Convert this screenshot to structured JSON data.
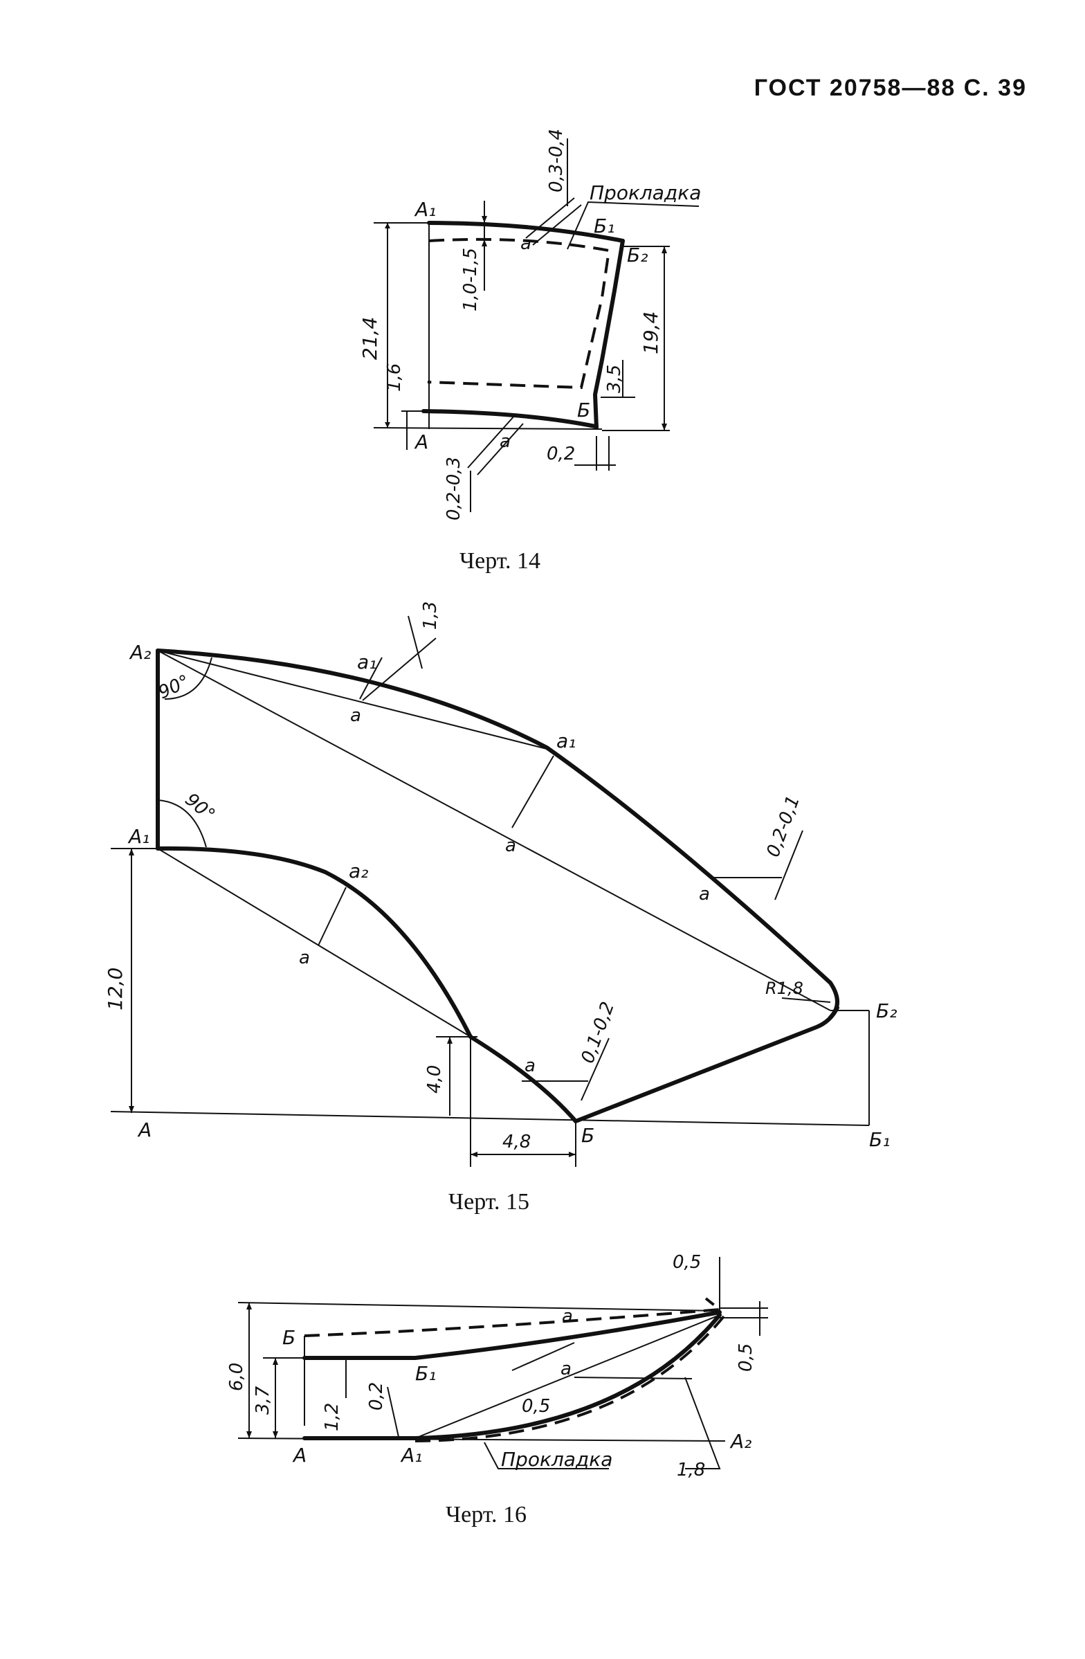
{
  "header": {
    "text": "ГОСТ 20758—88 С. 39"
  },
  "fig14": {
    "caption": "Черт. 14",
    "labels": {
      "A1": "А₁",
      "A": "А",
      "B": "Б",
      "B1": "Б₁",
      "B2": "Б₂",
      "a_top": "а",
      "a_bottom": "а",
      "pad": "Прокладка",
      "d_03_04": "0,3-0,4",
      "d_10_15": "1,0-1,5",
      "d_214": "21,4",
      "d_194": "19,4",
      "d_16": "1,6",
      "d_35": "3,5",
      "d_02": "0,2",
      "d_02_03": "0,2-0,3"
    }
  },
  "fig15": {
    "caption": "Черт. 15",
    "labels": {
      "A2": "А₂",
      "A1": "А₁",
      "A": "А",
      "B": "Б",
      "B1": "Б₁",
      "B2": "Б₂",
      "a1_top": "а₁",
      "a1_mid": "а₁",
      "a2": "а₂",
      "a_1": "а",
      "a_2": "а",
      "a_3": "а",
      "a_4": "а",
      "a_5": "а",
      "ang1": "90°",
      "ang2": "90°",
      "d_13": "1,3",
      "d_02_01": "0,2-0,1",
      "d_r18": "R1,8",
      "d_120": "12,0",
      "d_40": "4,0",
      "d_48": "4,8",
      "d_01_02": "0,1-0,2"
    }
  },
  "fig16": {
    "caption": "Черт. 16",
    "labels": {
      "B": "Б",
      "B1": "Б₁",
      "A": "А",
      "A1": "А₁",
      "A2": "А₂",
      "a_top": "а",
      "a_mid": "а",
      "pad": "Прокладка",
      "d_05_top": "0,5",
      "d_05_right": "0,5",
      "d_60": "6,0",
      "d_37": "3,7",
      "d_12": "1,2",
      "d_02": "0,2",
      "d_05_mid": "0,5",
      "d_18": "1,8"
    }
  }
}
